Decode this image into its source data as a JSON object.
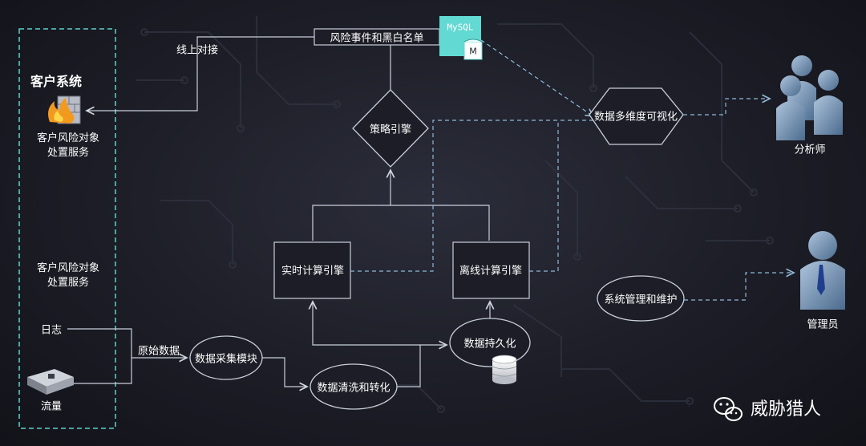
{
  "client_system": {
    "title": "客户系统",
    "service_top": "客户风险对象\n处置服务",
    "service_bottom": "客户风险对象\n处置服务",
    "log_label": "日志",
    "traffic_label": "流量"
  },
  "edges": {
    "online_connect": "线上对接",
    "raw_data": "原始数据"
  },
  "nodes": {
    "risk_events": "风险事件和黑白名单",
    "mysql": "MySQL",
    "mysql_sub": "M",
    "strategy_engine": "策略引擎",
    "realtime_engine": "实时计算引擎",
    "offline_engine": "离线计算引擎",
    "data_collect": "数据采集模块",
    "data_clean": "数据清洗和转化",
    "data_persist": "数据持久化",
    "visualization": "数据多维度可视化",
    "sys_manage": "系统管理和维护"
  },
  "roles": {
    "analyst": "分析师",
    "admin": "管理员"
  },
  "watermark": "威胁猎人",
  "colors": {
    "line": "#c8cfdb",
    "dashed": "#8fb8d8",
    "client_border": "#5fd1c9",
    "mysql_fill": "#62d9d2",
    "bg": "#1c1d26"
  }
}
